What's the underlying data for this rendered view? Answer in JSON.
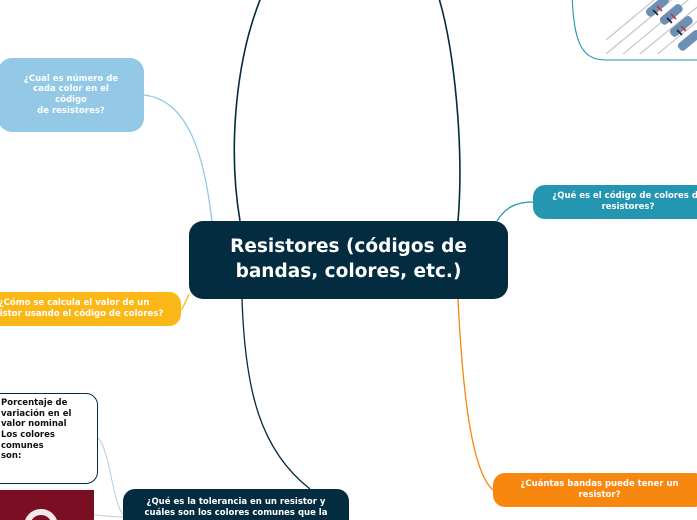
{
  "central_topic": "Resistores (códigos de\nbandas, colores, etc.)",
  "branches": {
    "color_number": "¿Cual es número de\ncada color en el código\nde resistores?",
    "calculate": "¿Cómo se calcula el valor de un\nresistor usando el código de colores?",
    "what_is_code": "¿Qué es el código de colores de\nresistores?",
    "bands": "¿Cuántas bandas puede tener un\nresistor?",
    "tolerance": "¿Qué es la tolerancia en un resistor y\ncuáles son los colores comunes que la"
  },
  "subtopics": {
    "percent_note": "Porcentaje de\nvariación en el valor nominal\nLos colores comunes\nson:"
  },
  "colors": {
    "central": "#042c40",
    "light_blue": "#93c9e6",
    "yellow": "#fbb715",
    "teal": "#2496b2",
    "orange": "#f7870e",
    "dark_navy": "#042c40"
  },
  "images": [
    "resistor-photo",
    "maroon-ring-image"
  ]
}
